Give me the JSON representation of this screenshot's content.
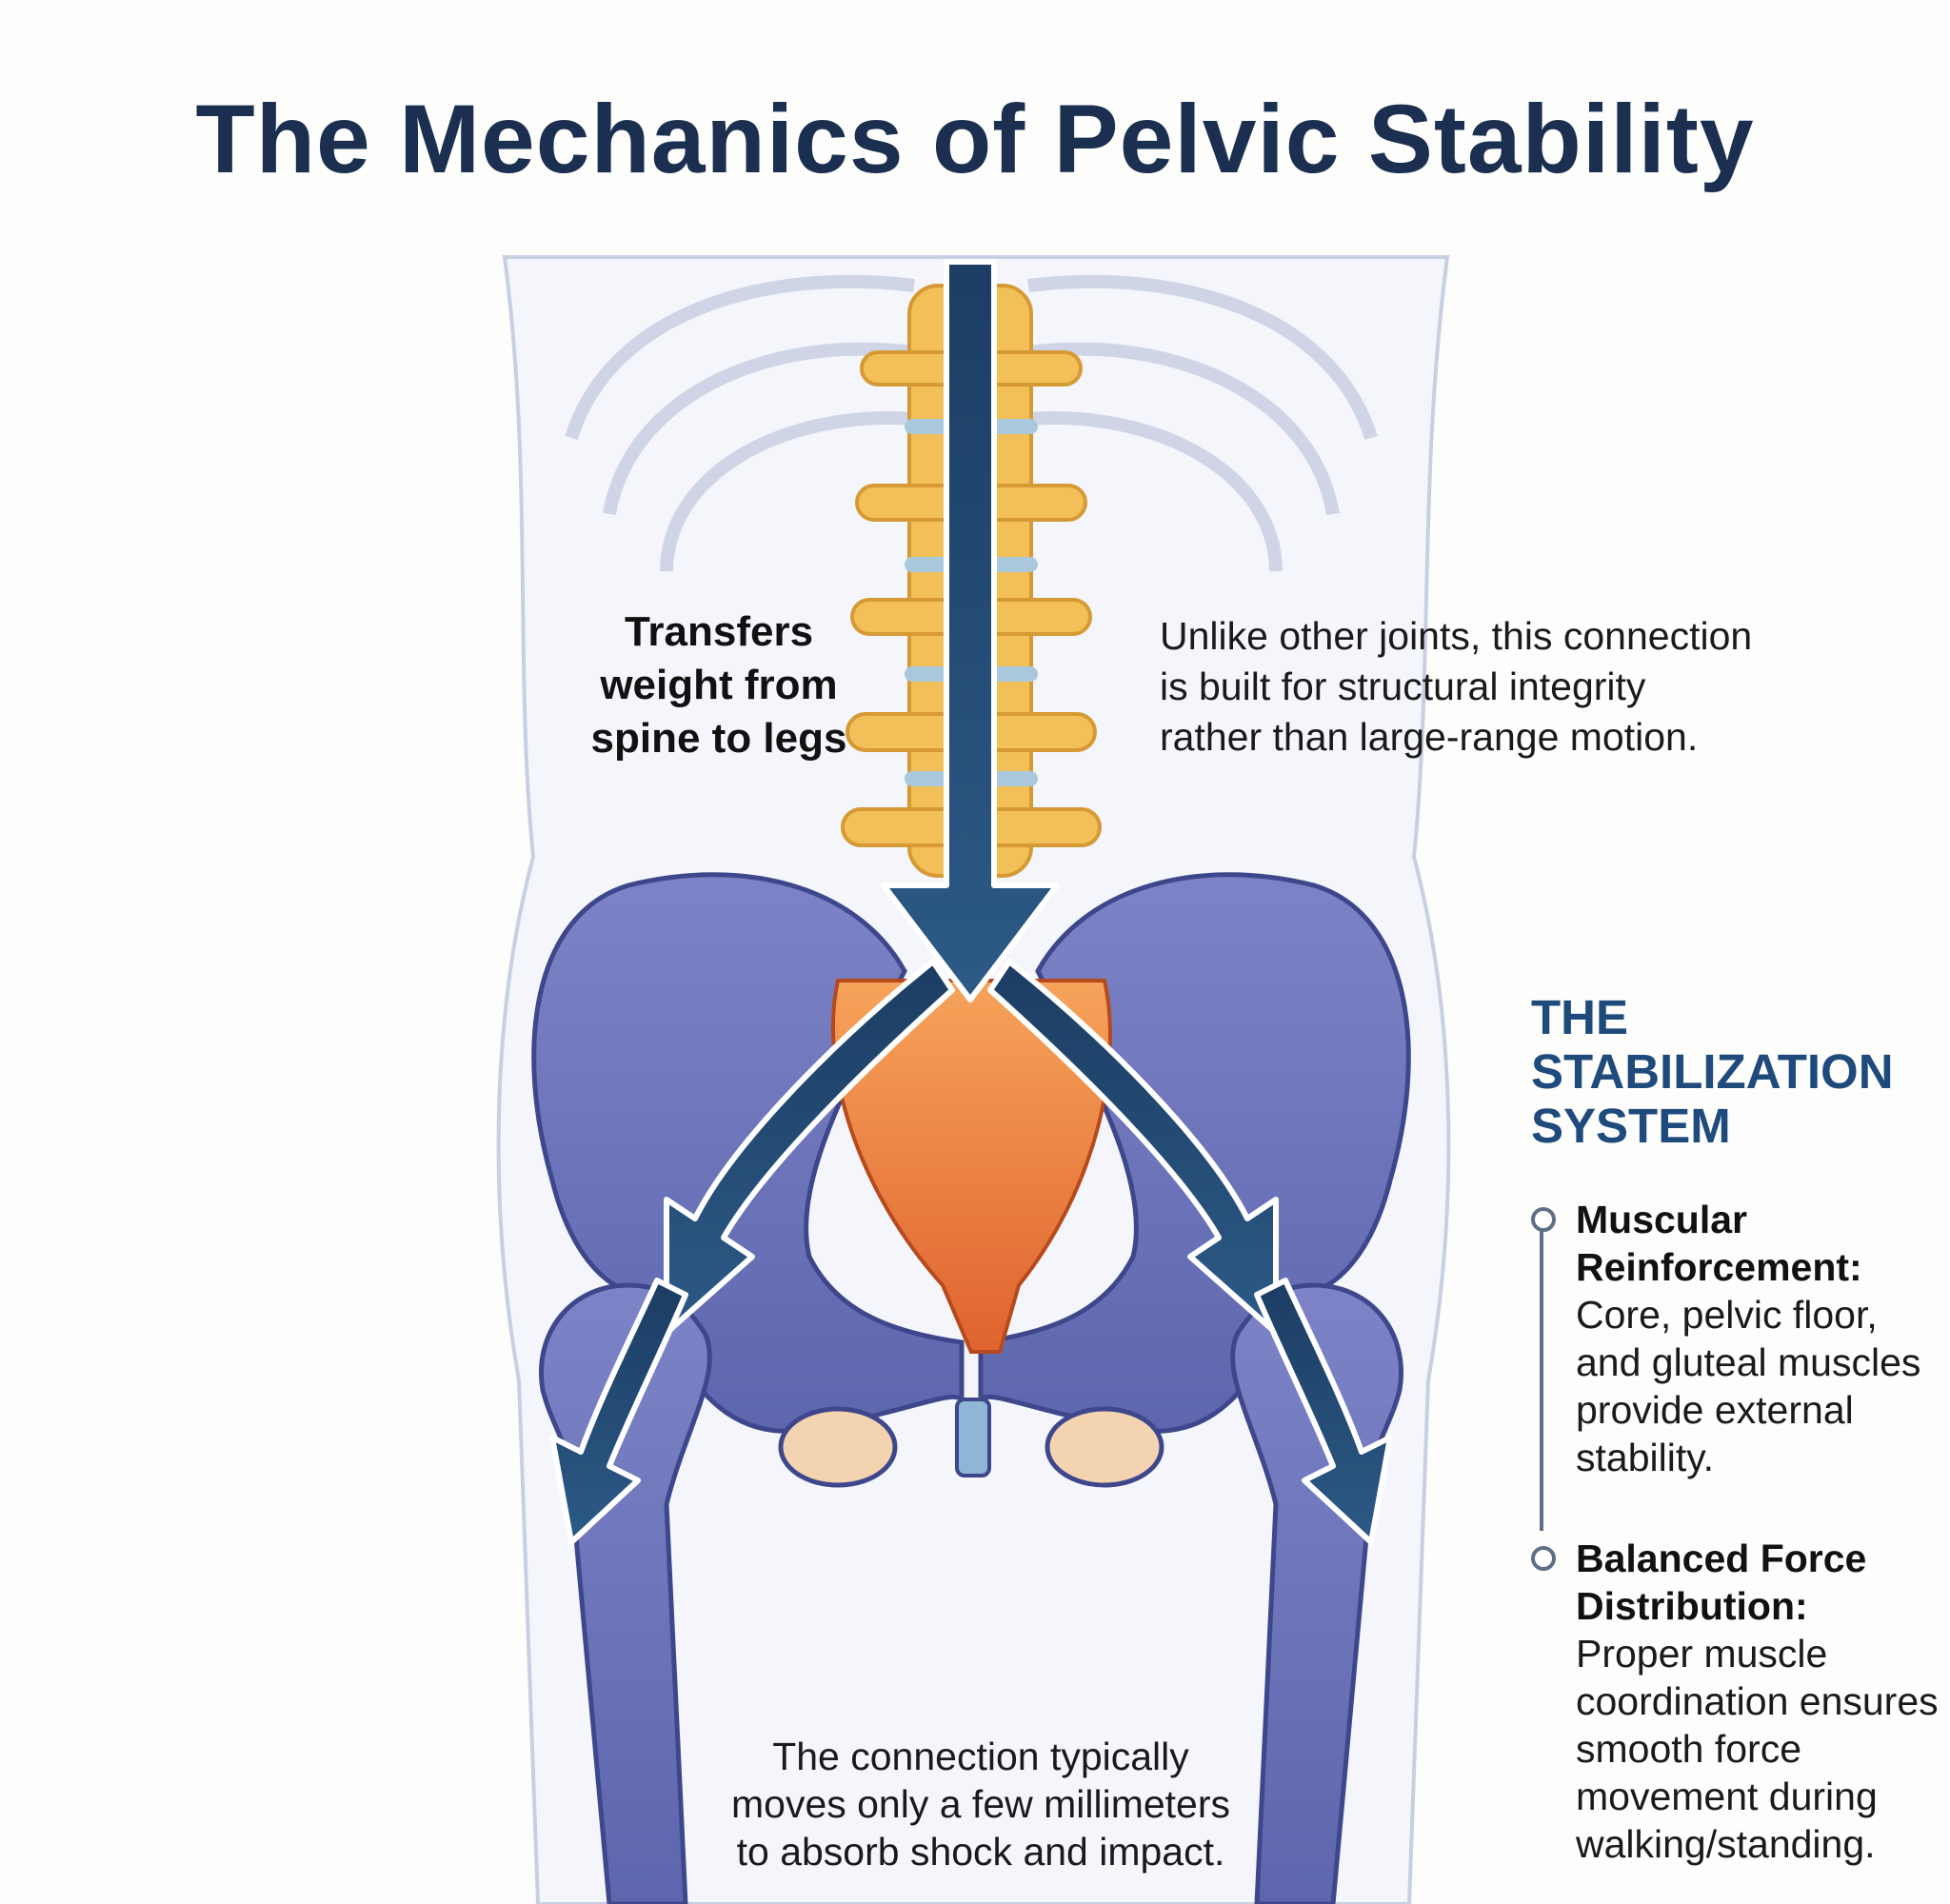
{
  "title": "The Mechanics of Pelvic Stability",
  "labels": {
    "left_lines": [
      "Transfers",
      "weight from",
      "spine to legs"
    ],
    "right_lines": [
      "Unlike other joints, this connection",
      "is built for structural integrity",
      "rather than large-range motion."
    ],
    "bottom_lines": [
      "The connection typically",
      "moves only a few millimeters",
      "to absorb shock and impact."
    ]
  },
  "system": {
    "heading_lines": [
      "THE",
      "STABILIZATION",
      "SYSTEM"
    ],
    "items": [
      {
        "title_lines": [
          "Muscular",
          "Reinforcement:"
        ],
        "body_lines": [
          "Core, pelvic floor,",
          "and gluteal muscles",
          "provide external",
          "stability."
        ]
      },
      {
        "title_lines": [
          "Balanced Force",
          "Distribution:"
        ],
        "body_lines": [
          "Proper muscle",
          "coordination ensures",
          "smooth force",
          "movement during",
          "walking/standing."
        ]
      }
    ]
  },
  "colors": {
    "title": "#1b2f50",
    "heading": "#1f4a7c",
    "arrow": "#14304f",
    "bone": "#6b73b8",
    "sacrum": "#e8773a",
    "spine": "#f2bf58"
  }
}
